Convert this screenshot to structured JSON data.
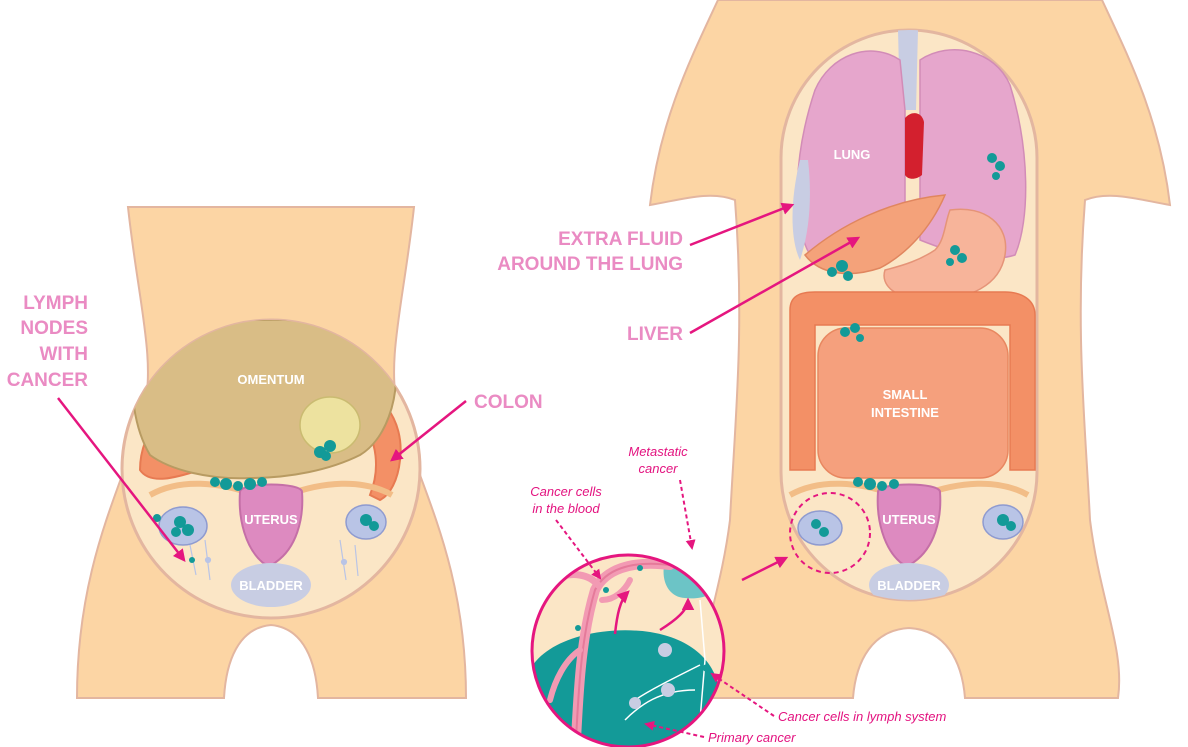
{
  "colors": {
    "skin": "#fcd5a4",
    "skin_outline": "#e3b6a0",
    "cavity": "#fbe6c6",
    "magenta": "#e5167f",
    "label_pink": "#ea8bc3",
    "teal": "#139a98",
    "lung": "#e6a6cc",
    "omentum": "#d9bd86",
    "colon": "#f39066",
    "liver": "#f4a27a",
    "uterus": "#dd8ac0",
    "bladder": "#c8cde3"
  },
  "left_figure": {
    "labels": {
      "lymph_line1": "LYMPH",
      "lymph_line2": "NODES",
      "lymph_line3": "WITH",
      "lymph_line4": "CANCER",
      "colon": "COLON",
      "omentum": "OMENTUM",
      "uterus": "UTERUS",
      "bladder": "BLADDER"
    }
  },
  "right_figure": {
    "labels": {
      "fluid_line1": "EXTRA FLUID",
      "fluid_line2": "AROUND THE LUNG",
      "liver": "LIVER",
      "lung": "LUNG",
      "small_intestine_line1": "SMALL",
      "small_intestine_line2": "INTESTINE",
      "uterus": "UTERUS",
      "bladder": "BLADDER"
    }
  },
  "inset": {
    "labels": {
      "metastatic_line1": "Metastatic",
      "metastatic_line2": "cancer",
      "blood_line1": "Cancer cells",
      "blood_line2": "in the blood",
      "lymph_system": "Cancer cells in lymph system",
      "primary": "Primary cancer"
    }
  }
}
